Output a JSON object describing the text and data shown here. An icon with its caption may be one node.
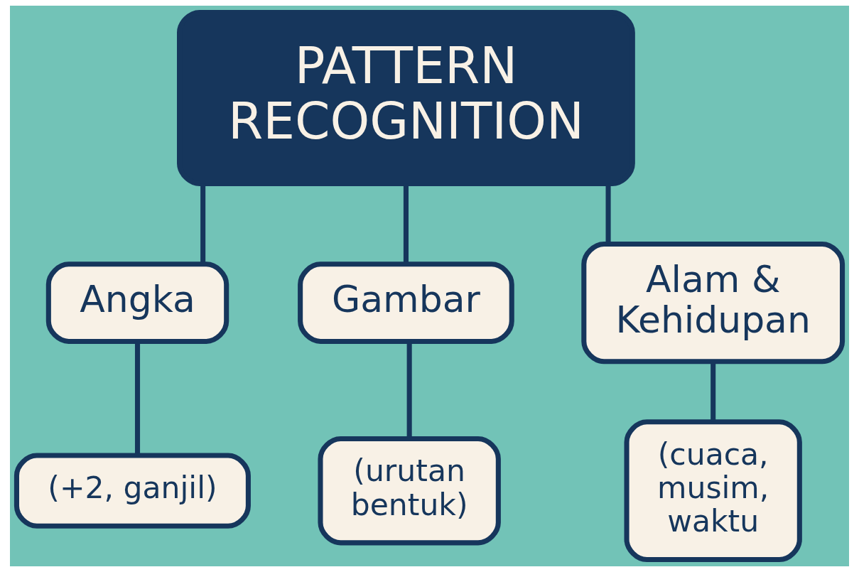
{
  "diagram": {
    "nodes": [
      {
        "text": [
          "PATTERN RECOGNITION"
        ]
      },
      {
        "text": [
          "Angka"
        ]
      },
      {
        "text": [
          "Gambar"
        ]
      },
      {
        "text": [
          "Alam & Kehidupan"
        ]
      },
      {
        "text": [
          "(+2, ganjil)"
        ]
      },
      {
        "text": [
          "(urutan bentuk)"
        ]
      },
      {
        "text": [
          "(cuaca, musim, waktu"
        ]
      }
    ],
    "edges": [
      {
        "from": 0,
        "to": 1,
        "arrow": "none"
      },
      {
        "from": 0,
        "to": 2,
        "arrow": "none"
      },
      {
        "from": 0,
        "to": 3,
        "arrow": "none"
      },
      {
        "from": 1,
        "to": 4,
        "arrow": "none"
      },
      {
        "from": 2,
        "to": 5,
        "arrow": "none"
      },
      {
        "from": 3,
        "to": 6,
        "arrow": "none"
      }
    ]
  }
}
